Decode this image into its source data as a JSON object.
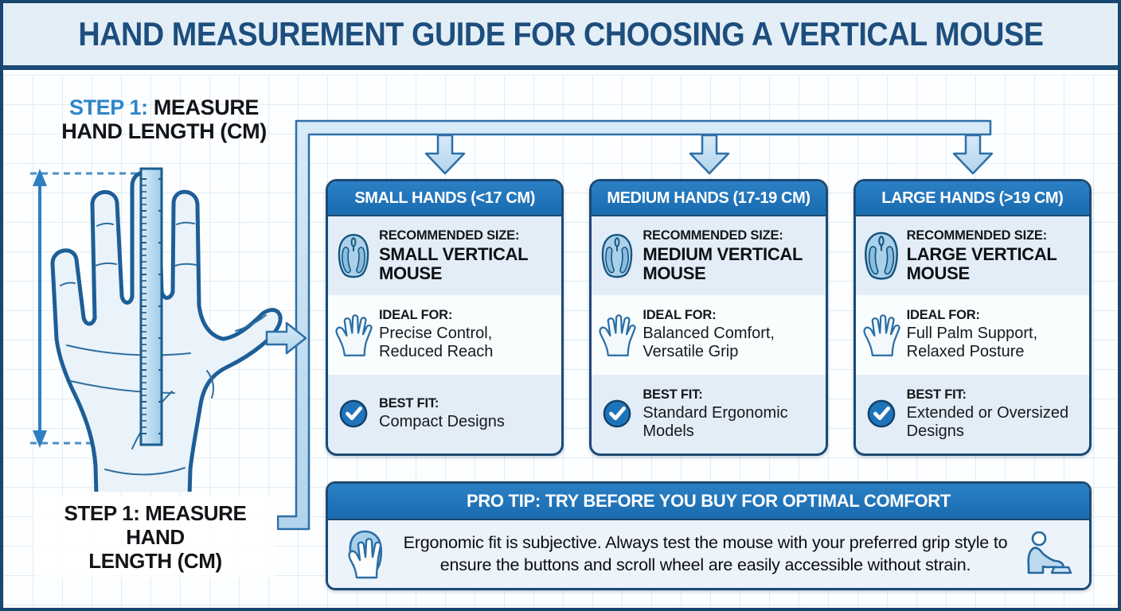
{
  "title": "HAND MEASUREMENT GUIDE FOR CHOOSING A VERTICAL MOUSE",
  "step": {
    "top_prefix": "STEP 1: ",
    "top_rest": "MEASURE",
    "top_line2": "HAND LENGTH (CM)",
    "bottom_line1": "STEP 1: MEASURE HAND",
    "bottom_line2": "LENGTH (CM)"
  },
  "cards": [
    {
      "header": "SMALL HANDS (<17 CM)",
      "rows": [
        {
          "icon": "vertical-mouse-icon",
          "label": "RECOMMENDED SIZE:",
          "value": "SMALL VERTICAL MOUSE"
        },
        {
          "icon": "open-hand-icon",
          "label": "IDEAL FOR:",
          "value": "Precise Control, Reduced Reach"
        },
        {
          "icon": "check-circle-icon",
          "label": "BEST FIT:",
          "value": "Compact Designs"
        }
      ]
    },
    {
      "header": "MEDIUM HANDS (17-19 CM)",
      "rows": [
        {
          "icon": "vertical-mouse-icon",
          "label": "RECOMMENDED SIZE:",
          "value": "MEDIUM VERTICAL MOUSE"
        },
        {
          "icon": "open-hand-icon",
          "label": "IDEAL FOR:",
          "value": "Balanced Comfort, Versatile Grip"
        },
        {
          "icon": "check-circle-icon",
          "label": "BEST FIT:",
          "value": "Standard Ergonomic Models"
        }
      ]
    },
    {
      "header": "LARGE HANDS (>19 CM)",
      "rows": [
        {
          "icon": "vertical-mouse-icon",
          "label": "RECOMMENDED SIZE:",
          "value": "LARGE VERTICAL MOUSE"
        },
        {
          "icon": "open-hand-icon",
          "label": "IDEAL FOR:",
          "value": "Full Palm Support, Relaxed Posture"
        },
        {
          "icon": "check-circle-icon",
          "label": "BEST FIT:",
          "value": "Extended or Oversized Designs"
        }
      ]
    }
  ],
  "pro_tip": {
    "header": "PRO TIP: TRY BEFORE YOU BUY FOR OPTIMAL COMFORT",
    "body": "Ergonomic fit is subjective. Always test the mouse with your preferred grip style to ensure the buttons and scroll wheel are easily accessible without strain.",
    "left_icon": "hand-on-mouse-icon",
    "right_icon": "person-at-desk-icon"
  },
  "colors": {
    "accent_blue": "#1e73b9",
    "dark_navy": "#17466f",
    "title_text": "#1d4e7d",
    "light_panel": "#e3edf7",
    "pipe_fill": "#c9dff1",
    "step_accent": "#2e86c8"
  }
}
